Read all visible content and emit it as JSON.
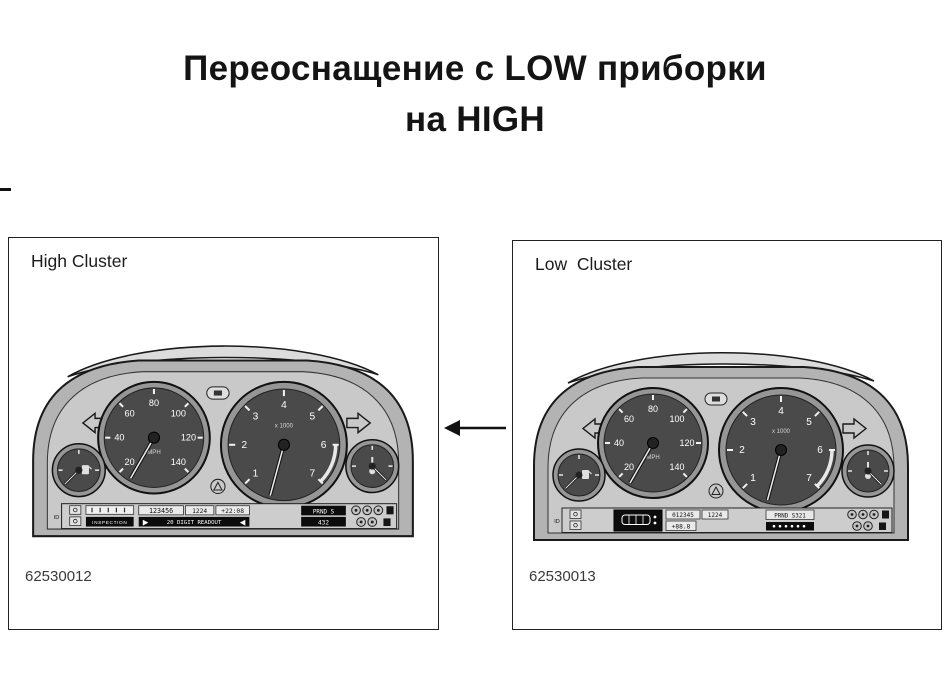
{
  "title": {
    "line1": "Переоснащение с LOW приборки",
    "line2": "на HIGH"
  },
  "panels": [
    {
      "label": "High Cluster",
      "part_number": "62530012",
      "speedometer": {
        "ticks": [
          "20",
          "40",
          "60",
          "80",
          "100",
          "120",
          "140"
        ],
        "unit": "MPH"
      },
      "tachometer": {
        "ticks": [
          "1",
          "2",
          "3",
          "4",
          "5",
          "6",
          "7"
        ],
        "scale": "x 1000"
      },
      "display": {
        "id_label": "ID",
        "inspection": "INSPECTION",
        "odometer": "123456",
        "trip": "1224",
        "clock": "+22:08",
        "gear": "PRND S",
        "readout": "20 DIGIT READOUT",
        "code": "432"
      }
    },
    {
      "label": "Low  Cluster",
      "part_number": "62530013",
      "speedometer": {
        "ticks": [
          "20",
          "40",
          "60",
          "80",
          "100",
          "120",
          "140"
        ],
        "unit": "MPH"
      },
      "tachometer": {
        "ticks": [
          "1",
          "2",
          "3",
          "4",
          "5",
          "6",
          "7"
        ],
        "scale": "x 1000"
      },
      "display": {
        "id_label": "ID",
        "odometer": "012345",
        "trip": "1224",
        "temp": "+88.8",
        "gear": "PRND S321"
      }
    }
  ]
}
